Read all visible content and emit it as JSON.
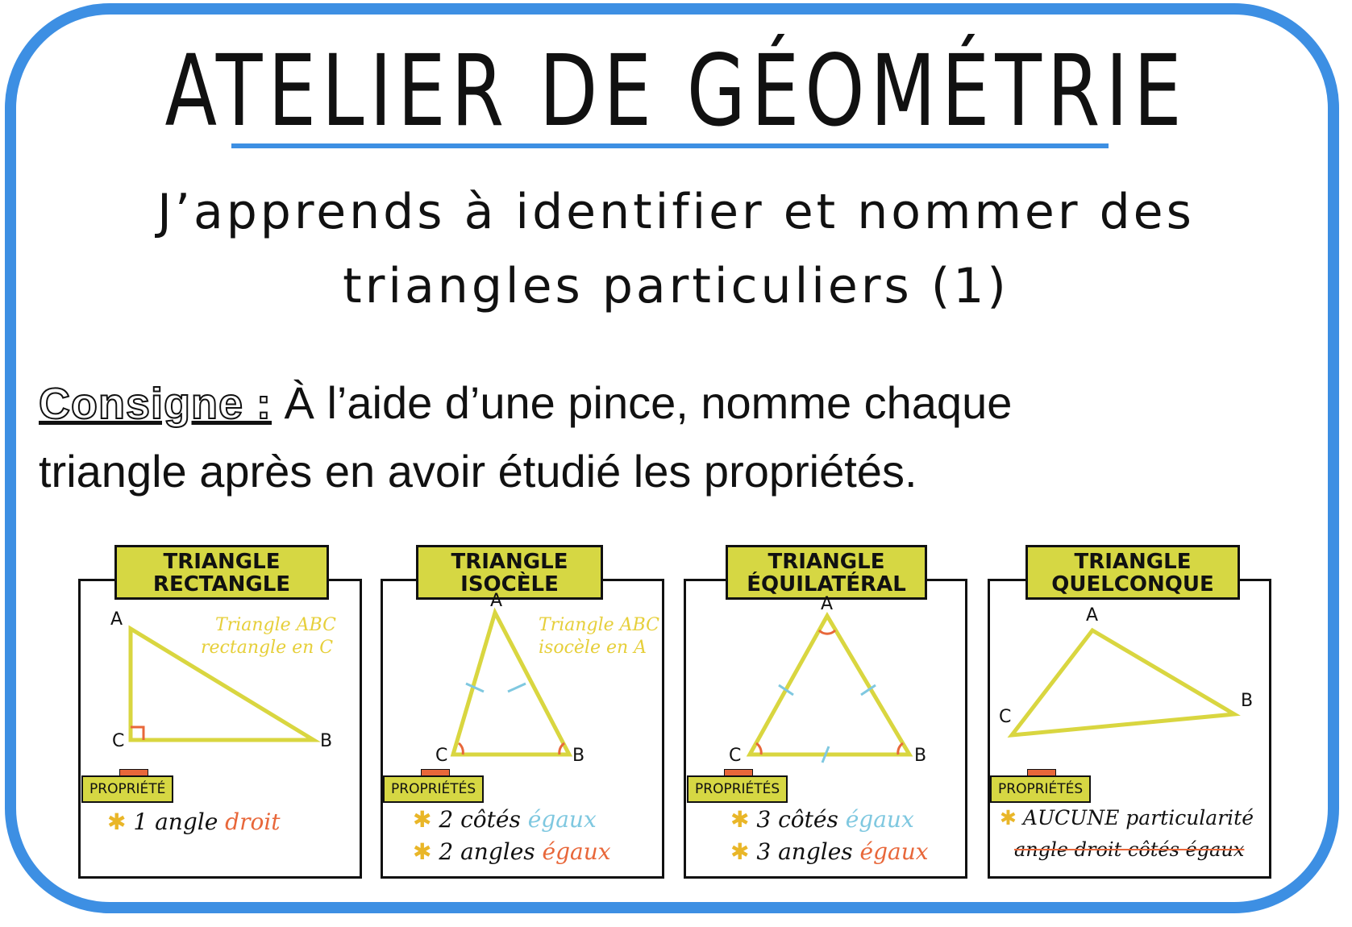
{
  "title": "ATELIER DE GÉOMÉTRIE",
  "subtitle_line1": "J’apprends à identifier et nommer des",
  "subtitle_line2": "triangles particuliers (1)",
  "instruction": {
    "label": "Consigne :",
    "text_line1": " À l’aide d’une pince, nomme chaque",
    "text_line2": "triangle après en avoir étudié les propriétés."
  },
  "panels": [
    {
      "label_line1": "TRIANGLE",
      "label_line2": "RECTANGLE",
      "vertices": [
        "A",
        "B",
        "C"
      ],
      "note_line1": "Triangle ABC",
      "note_line2": "rectangle en C",
      "property_tag": "PROPRIÉTÉ",
      "property_lines": [
        {
          "prefix": "1 angle",
          "highlight": "droit",
          "highlight_color": "red"
        }
      ]
    },
    {
      "label_line1": "TRIANGLE",
      "label_line2": "ISOCÈLE",
      "vertices": [
        "A",
        "B",
        "C"
      ],
      "note_line1": "Triangle ABC",
      "note_line2": "isocèle en A",
      "property_tag": "PROPRIÉTÉS",
      "property_lines": [
        {
          "prefix": "2 côtés",
          "highlight": "égaux",
          "highlight_color": "blue"
        },
        {
          "prefix": "2 angles",
          "highlight": "égaux",
          "highlight_color": "red"
        }
      ]
    },
    {
      "label_line1": "TRIANGLE",
      "label_line2": "ÉQUILATÉRAL",
      "vertices": [
        "A",
        "B",
        "C"
      ],
      "property_tag": "PROPRIÉTÉS",
      "property_lines": [
        {
          "prefix": "3 côtés",
          "highlight": "égaux",
          "highlight_color": "blue"
        },
        {
          "prefix": "3 angles",
          "highlight": "égaux",
          "highlight_color": "red"
        }
      ]
    },
    {
      "label_line1": "TRIANGLE",
      "label_line2": "QUELCONQUE",
      "vertices": [
        "A",
        "B",
        "C"
      ],
      "property_tag": "PROPRIÉTÉS",
      "property_lines": [
        {
          "prefix": "AUCUNE particularité",
          "highlight": "",
          "highlight_color": ""
        },
        {
          "prefix": "angle droit  côtés égaux",
          "highlight": "",
          "highlight_color": "red"
        }
      ]
    }
  ],
  "colors": {
    "border": "#3d8fe3",
    "label_fill": "#d6d743",
    "triangle_stroke": "#d9d640",
    "angle_mark": "#e8673a",
    "equal_mark": "#7fc8e0"
  }
}
